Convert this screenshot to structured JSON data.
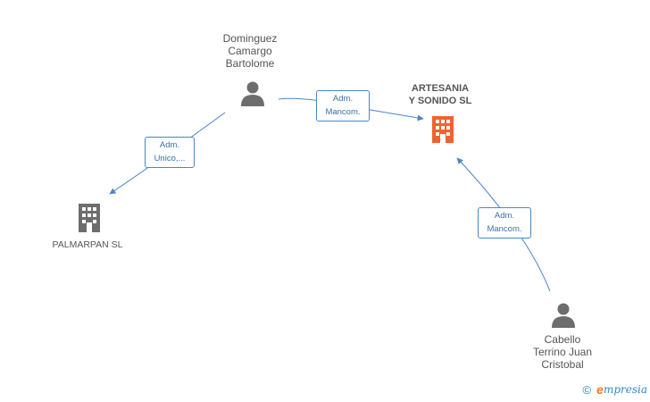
{
  "nodes": {
    "dominguez": {
      "lines": [
        "Dominguez",
        "Camargo",
        "Bartolome"
      ],
      "icon": "person-icon"
    },
    "cabello": {
      "lines": [
        "Cabello",
        "Terrino Juan",
        "Cristobal"
      ],
      "icon": "person-icon"
    },
    "artesania": {
      "lines": [
        "ARTESANIA",
        "Y SONIDO SL"
      ],
      "icon": "building-icon",
      "color": "#f2622e"
    },
    "palmarpan": {
      "lines": [
        "PALMARPAN SL"
      ],
      "icon": "building-icon",
      "color": "#6d6d6d"
    }
  },
  "edges": {
    "dominguez_artesania": {
      "lines": [
        "Adm.",
        "Mancom."
      ]
    },
    "dominguez_palmarpan": {
      "lines": [
        "Adm.",
        "Unico,..."
      ]
    },
    "cabello_artesania": {
      "lines": [
        "Adm.",
        "Mancom."
      ]
    }
  },
  "colors": {
    "edge": "#4a86c8",
    "person": "#6d6d6d"
  },
  "footer": {
    "copyright": "©",
    "brand_initial": "e",
    "brand_rest": "mpresia"
  }
}
